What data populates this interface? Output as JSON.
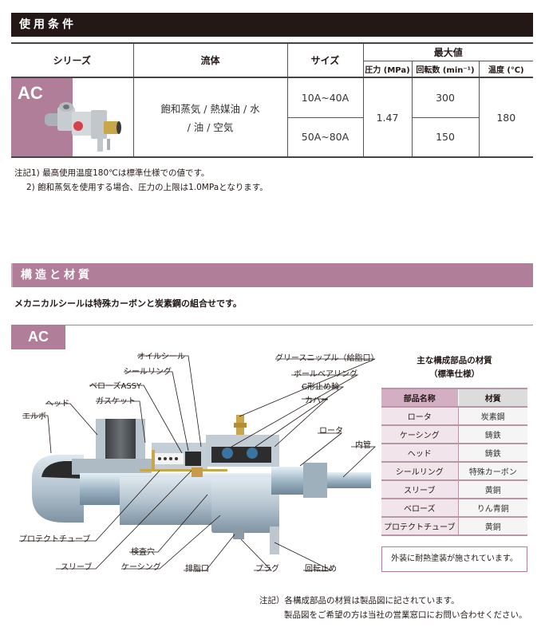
{
  "conditions": {
    "title": "使用条件",
    "headers": {
      "series": "シリーズ",
      "fluid": "流体",
      "size": "サイズ",
      "max": "最大値",
      "pressure": "圧力 (MPa)",
      "rpm": "回転数 (min⁻¹)",
      "temp": "温度 (℃)"
    },
    "row": {
      "series": "AC",
      "fluid_line1": "飽和蒸気 / 熱媒油 / 水",
      "fluid_line2": "/ 油 / 空気",
      "sizes": [
        "10A~40A",
        "50A~80A"
      ],
      "pressure": "1.47",
      "rpms": [
        "300",
        "150"
      ],
      "temp": "180"
    },
    "notes": [
      "注記1) 最高使用温度180℃は標準仕様での値です。",
      "2) 飽和蒸気を使用する場合、圧力の上限は1.0MPaとなります。"
    ]
  },
  "structure": {
    "title": "構造と材質",
    "intro": "メカニカルシールは特殊カーボンと炭素鋼の組合せです。",
    "tab_label": "AC",
    "callouts": {
      "oil_seal": "オイルシール",
      "seal_ring": "シールリング",
      "bellows_assy": "ベローズASSY",
      "gasket": "ガスケット",
      "head": "ヘッド",
      "elbow": "エルボ",
      "grease_nipple": "グリースニップル（給脂口）",
      "ball_bearing": "ボールベアリング",
      "c_ring": "C形止め輪",
      "cover": "カバー",
      "rotor": "ロータ",
      "inner_pipe": "内管",
      "protect_tube": "プロテクトチューブ",
      "sleeve": "スリーブ",
      "inspection_hole": "検査穴",
      "casing": "ケーシング",
      "grease_outlet": "排脂口",
      "plug": "プラグ",
      "anti_rotation": "回転止め"
    },
    "materials": {
      "title_line1": "主な構成部品の材質",
      "title_line2": "（標準仕様）",
      "header_name": "部品名称",
      "header_material": "材質",
      "rows": [
        {
          "name": "ロータ",
          "material": "炭素鋼"
        },
        {
          "name": "ケーシング",
          "material": "鋳鉄"
        },
        {
          "name": "ヘッド",
          "material": "鋳鉄"
        },
        {
          "name": "シールリング",
          "material": "特殊カーボン"
        },
        {
          "name": "スリーブ",
          "material": "黄銅"
        },
        {
          "name": "ベローズ",
          "material": "りん青銅"
        },
        {
          "name": "プロテクトチューブ",
          "material": "黄銅"
        }
      ]
    },
    "coating_note": "外装に耐熱塗装が施されています。",
    "notes": [
      "注記）各構成部品の材質は製品図に記されています。",
      "製品図をご希望の方は当社の営業窓口にお問い合わせください。"
    ]
  },
  "colors": {
    "accent_mauve": "#b07e98",
    "header_dark": "#231815",
    "brass": "#c9a64a"
  }
}
